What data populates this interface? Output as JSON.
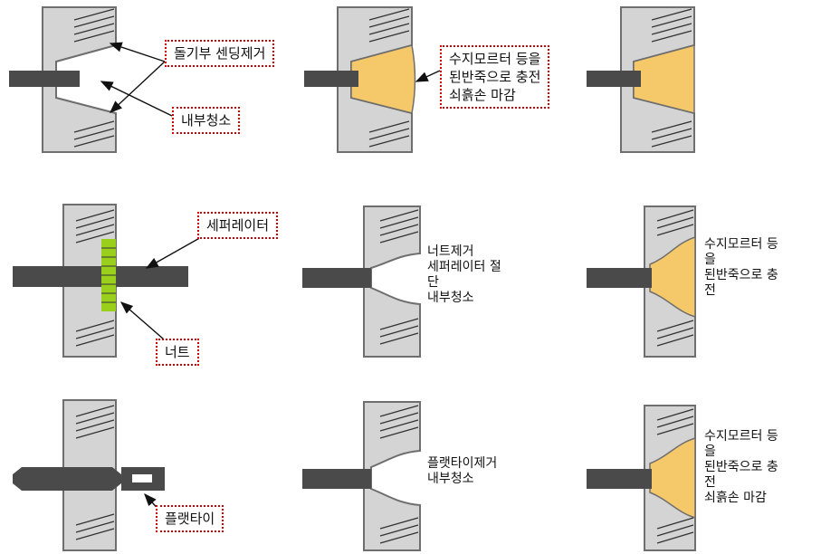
{
  "colors": {
    "wall": "#d4d4d4",
    "wall_edge": "#6e6e6e",
    "rod": "#4a4a4a",
    "filler": "#f5c86a",
    "separator": "#9ad01c",
    "callout_border": "#cc0000"
  },
  "row1": {
    "label_projection": "돌기부 센딩제거",
    "label_inner": "내부청소",
    "label_fill": [
      "수지모르터 등을",
      "된반죽으로 충전",
      "쇠흙손 마감"
    ]
  },
  "row2": {
    "label_separator": "세퍼레이터",
    "label_nut": "너트",
    "note_mid": [
      "너트제거",
      "세퍼레이터 절",
      "단",
      "내부청소"
    ],
    "note_right": [
      "수지모르터 등",
      "을",
      "된반죽으로 충",
      "전"
    ]
  },
  "row3": {
    "label_flattie": "플랫타이",
    "note_mid": [
      "플랫타이제거",
      "내부청소"
    ],
    "note_right": [
      "수지모르터 등",
      "을",
      "된반죽으로 충",
      "전",
      "쇠흙손 마감"
    ]
  }
}
